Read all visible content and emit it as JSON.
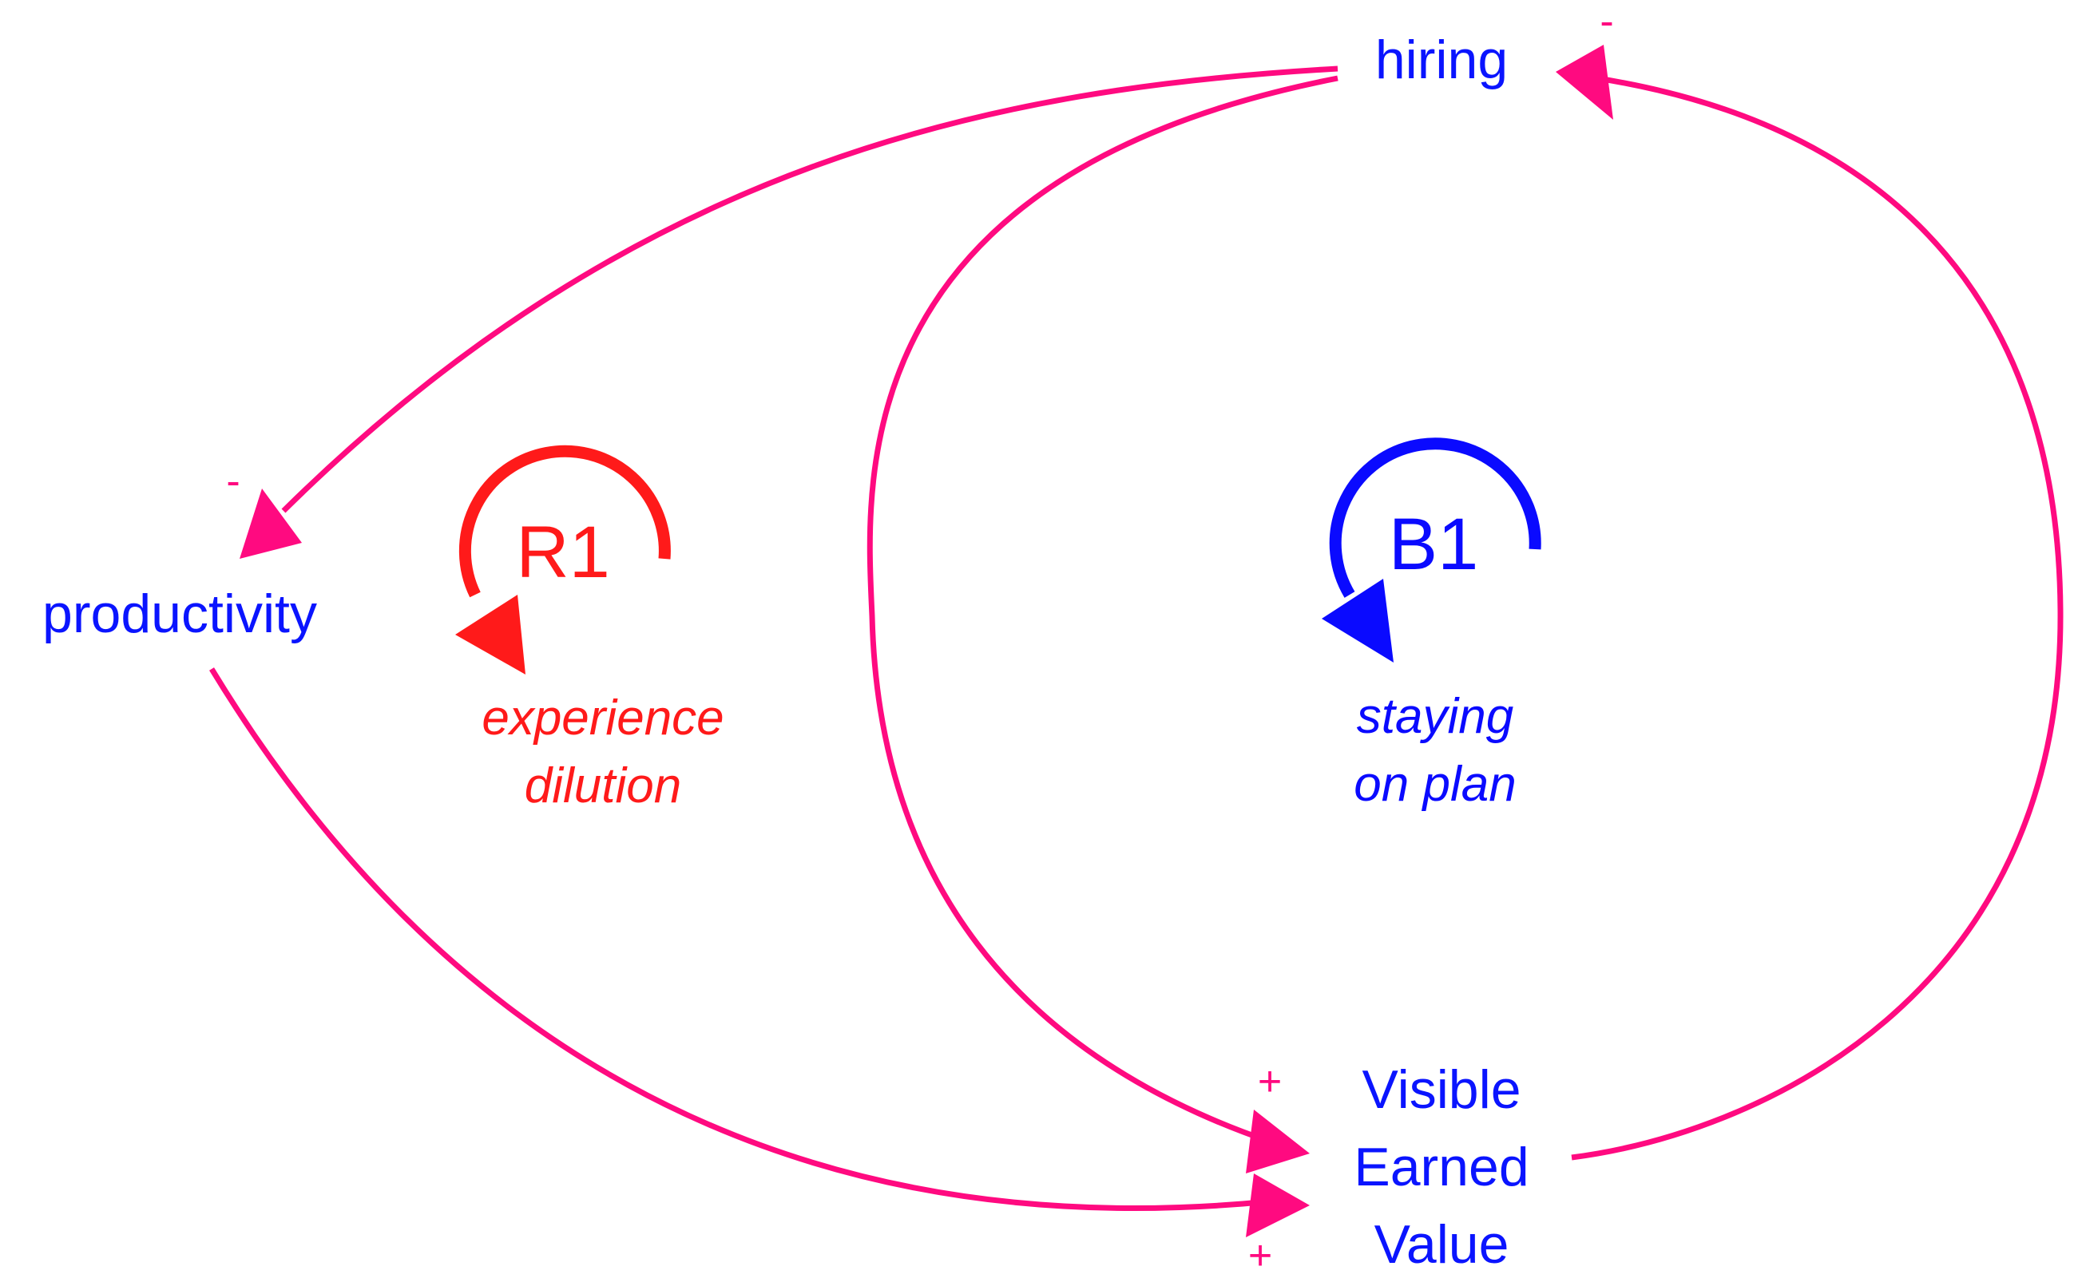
{
  "colors": {
    "link": "#ff0a80",
    "variable": "#0a14ff",
    "reinforcing": "#ff1a1a",
    "balancing": "#0a0aff"
  },
  "variables": {
    "hiring": "hiring",
    "productivity": "productivity",
    "visible_earned_value": [
      "Visible",
      "Earned",
      "Value"
    ]
  },
  "polarities": {
    "hiring_to_productivity": "-",
    "visible_earned_value_to_hiring": "-",
    "hiring_to_visible_earned_value": "+",
    "productivity_to_visible_earned_value": "+"
  },
  "loops": {
    "r1": {
      "id": "R1",
      "name": [
        "experience",
        "dilution"
      ]
    },
    "b1": {
      "id": "B1",
      "name": [
        "staying",
        "on plan"
      ]
    }
  }
}
